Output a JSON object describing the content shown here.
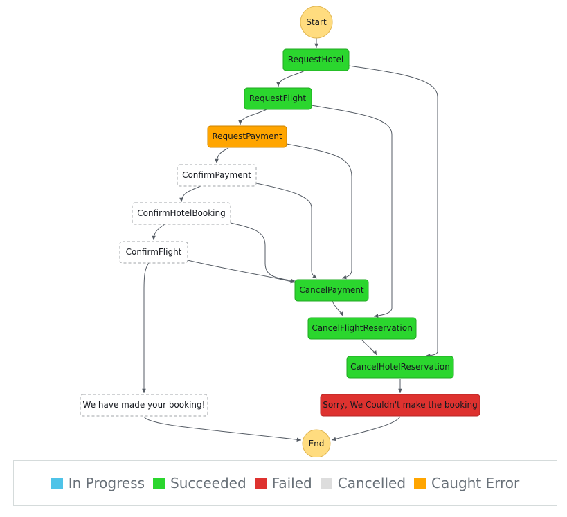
{
  "colors": {
    "start_end": "#ffdc7f",
    "start_end_stroke": "#e0b551",
    "succeeded": "#2bd62e",
    "succeeded_stroke": "#21a823",
    "caught_error": "#ffa500",
    "caught_error_stroke": "#cc8400",
    "failed": "#de322f",
    "failed_stroke": "#b62624",
    "not_run_stroke": "#a2a5a8",
    "in_progress": "#4fc3e8",
    "cancelled": "#dddddd"
  },
  "states": {
    "start": "Start",
    "end": "End",
    "request_hotel": "RequestHotel",
    "request_flight": "RequestFlight",
    "request_payment": "RequestPayment",
    "confirm_payment": "ConfirmPayment",
    "confirm_hotel_booking": "ConfirmHotelBooking",
    "confirm_flight": "ConfirmFlight",
    "cancel_payment": "CancelPayment",
    "cancel_flight_reservation": "CancelFlightReservation",
    "cancel_hotel_reservation": "CancelHotelReservation",
    "success_message": "We have made your booking!",
    "failure_message": "Sorry, We Couldn't make the booking"
  },
  "legend": [
    {
      "label": "In Progress",
      "color": "#4fc3e8"
    },
    {
      "label": "Succeeded",
      "color": "#2bd62e"
    },
    {
      "label": "Failed",
      "color": "#de322f"
    },
    {
      "label": "Cancelled",
      "color": "#dddddd"
    },
    {
      "label": "Caught Error",
      "color": "#ffa500"
    }
  ]
}
